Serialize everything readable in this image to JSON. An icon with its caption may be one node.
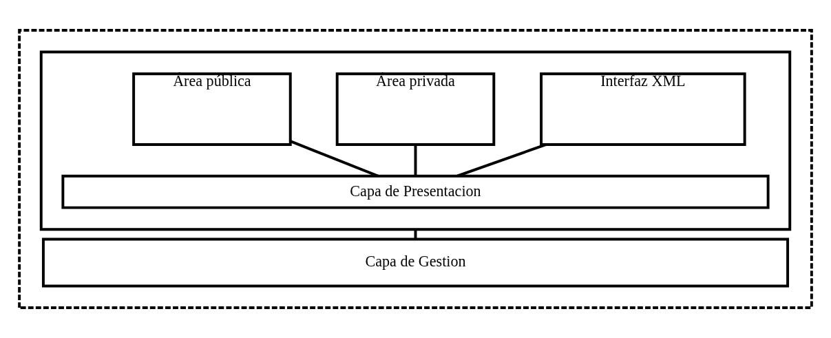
{
  "diagram": {
    "nodes": [
      {
        "text": [],
        "shape": "box"
      },
      {
        "text": [],
        "shape": "box",
        "in": 0
      },
      {
        "text": [
          "Área pública"
        ],
        "in": 1
      },
      {
        "text": [
          "Área privada"
        ],
        "in": 1
      },
      {
        "text": [
          "Interfaz XML"
        ],
        "in": 1
      },
      {
        "text": [
          "Capa de Presentacion"
        ],
        "in": 1
      },
      {
        "text": [
          "Capa de Gestion"
        ],
        "in": 0
      }
    ],
    "edges": [
      {
        "from": 2,
        "to": 5,
        "arrow": "none"
      },
      {
        "from": 3,
        "to": 5,
        "arrow": "none"
      },
      {
        "from": 4,
        "to": 5,
        "arrow": "none"
      },
      {
        "from": 1,
        "to": 6,
        "arrow": "none"
      }
    ]
  }
}
